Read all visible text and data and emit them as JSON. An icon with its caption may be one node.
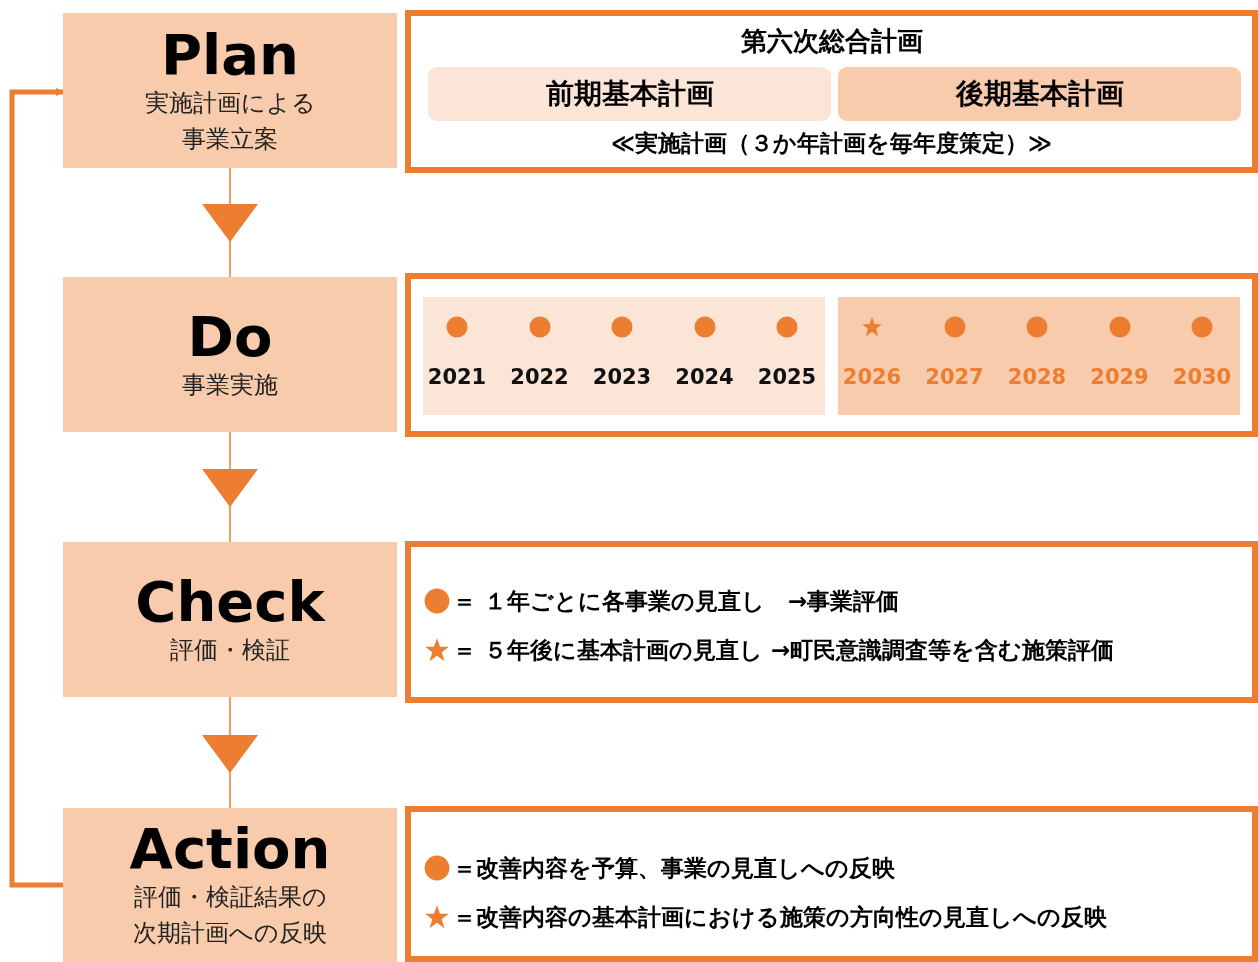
{
  "diagram": {
    "nodes": [
      {
        "text": [
          "Plan",
          "実施計画による事業立案"
        ]
      },
      {
        "text": [
          "Do",
          "事業実施"
        ]
      },
      {
        "text": [
          "Check",
          "評価・検証"
        ]
      },
      {
        "text": [
          "Action",
          "評価・検証結果の次期計画への反映"
        ]
      },
      {
        "text": [
          "第六次総合計画",
          "≪実施計画（３か年計画を毎年度策定）≫"
        ]
      },
      {
        "text": [
          "前期基本計画"
        ],
        "in": 4
      },
      {
        "text": [
          "後期基本計画"
        ],
        "in": 4
      },
      {
        "text": [],
        "shape": "box"
      },
      {
        "text": [
          "2021",
          "2022",
          "2023",
          "2024",
          "2025"
        ],
        "in": 7
      },
      {
        "text": [
          "2026",
          "2027",
          "2028",
          "2029",
          "2030"
        ],
        "in": 7
      },
      {
        "text": [
          "＝ １年ごとに各事業の見直し　→事業評価",
          "＝ ５年後に基本計画の見直し →町民意識調査等を含む施策評価"
        ]
      },
      {
        "text": [
          "＝改善内容を予算、事業の見直しへの反映",
          "＝改善内容の基本計画における施策の方向性の見直しへの反映"
        ]
      }
    ],
    "edges": [
      {
        "from": 0,
        "to": 1,
        "arrow": "to"
      },
      {
        "from": 1,
        "to": 2,
        "arrow": "to"
      },
      {
        "from": 2,
        "to": 3,
        "arrow": "to"
      },
      {
        "from": 3,
        "to": 0,
        "arrow": "to",
        "style": "thick"
      }
    ]
  }
}
